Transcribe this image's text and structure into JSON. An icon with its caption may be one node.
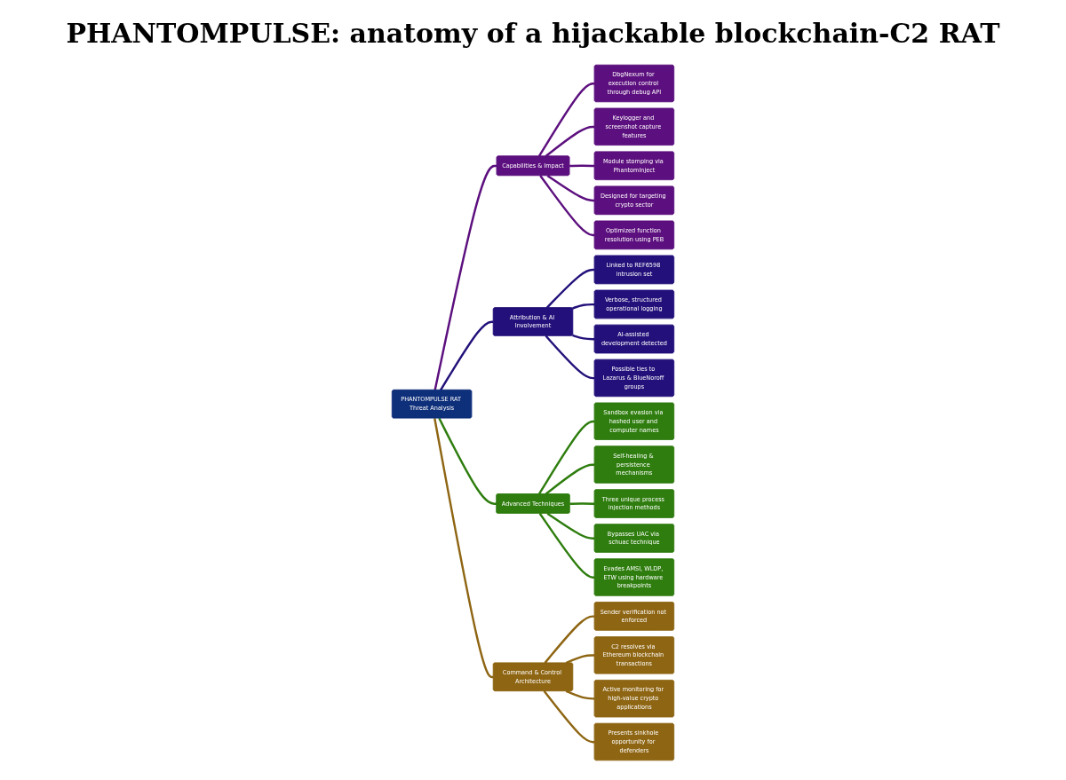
{
  "diagram": {
    "title": "PHANTOMPULSE: anatomy of a hijackable blockchain-C2 RAT",
    "nodes": [
      {
        "text": [
          "PHANTOMPULSE RAT Threat Analysis"
        ]
      },
      {
        "text": [
          "Capabilities & Impact"
        ]
      },
      {
        "text": [
          "DbgNexum for execution control through debug API"
        ]
      },
      {
        "text": [
          "Keylogger and screenshot capture features"
        ]
      },
      {
        "text": [
          "Module stomping via PhantomInject"
        ]
      },
      {
        "text": [
          "Designed for targeting crypto sector"
        ]
      },
      {
        "text": [
          "Optimized function resolution using PEB"
        ]
      },
      {
        "text": [
          "Attribution & AI Involvement"
        ]
      },
      {
        "text": [
          "Linked to REF6598 intrusion set"
        ]
      },
      {
        "text": [
          "Verbose, structured operational logging"
        ]
      },
      {
        "text": [
          "AI-assisted development detected"
        ]
      },
      {
        "text": [
          "Possible ties to Lazarus & BlueNoroff groups"
        ]
      },
      {
        "text": [
          "Advanced Techniques"
        ]
      },
      {
        "text": [
          "Sandbox evasion via hashed user and computer names"
        ]
      },
      {
        "text": [
          "Self-healing & persistence mechanisms"
        ]
      },
      {
        "text": [
          "Three unique process injection methods"
        ]
      },
      {
        "text": [
          "Bypasses UAC via schuac technique"
        ]
      },
      {
        "text": [
          "Evades AMSI, WLDP, ETW using hardware breakpoints"
        ]
      },
      {
        "text": [
          "Command & Control Architecture"
        ]
      },
      {
        "text": [
          "Sender verification not enforced"
        ]
      },
      {
        "text": [
          "C2 resolves via Ethereum blockchain transactions"
        ]
      },
      {
        "text": [
          "Active monitoring for high-value crypto applications"
        ]
      },
      {
        "text": [
          "Presents sinkhole opportunity for defenders"
        ]
      }
    ],
    "edges": [
      {
        "from": 0,
        "to": 1,
        "arrow": "none",
        "color": "#5c0f7e"
      },
      {
        "from": 1,
        "to": 2,
        "arrow": "none",
        "color": "#5c0f7e"
      },
      {
        "from": 1,
        "to": 3,
        "arrow": "none",
        "color": "#5c0f7e"
      },
      {
        "from": 1,
        "to": 4,
        "arrow": "none",
        "color": "#5c0f7e"
      },
      {
        "from": 1,
        "to": 5,
        "arrow": "none",
        "color": "#5c0f7e"
      },
      {
        "from": 1,
        "to": 6,
        "arrow": "none",
        "color": "#5c0f7e"
      },
      {
        "from": 0,
        "to": 7,
        "arrow": "none",
        "color": "#23107a"
      },
      {
        "from": 7,
        "to": 8,
        "arrow": "none",
        "color": "#23107a"
      },
      {
        "from": 7,
        "to": 9,
        "arrow": "none",
        "color": "#23107a"
      },
      {
        "from": 7,
        "to": 10,
        "arrow": "none",
        "color": "#23107a"
      },
      {
        "from": 7,
        "to": 11,
        "arrow": "none",
        "color": "#23107a"
      },
      {
        "from": 0,
        "to": 12,
        "arrow": "none",
        "color": "#2e7d0e"
      },
      {
        "from": 12,
        "to": 13,
        "arrow": "none",
        "color": "#2e7d0e"
      },
      {
        "from": 12,
        "to": 14,
        "arrow": "none",
        "color": "#2e7d0e"
      },
      {
        "from": 12,
        "to": 15,
        "arrow": "none",
        "color": "#2e7d0e"
      },
      {
        "from": 12,
        "to": 16,
        "arrow": "none",
        "color": "#2e7d0e"
      },
      {
        "from": 12,
        "to": 17,
        "arrow": "none",
        "color": "#2e7d0e"
      },
      {
        "from": 0,
        "to": 18,
        "arrow": "none",
        "color": "#8e6512"
      },
      {
        "from": 18,
        "to": 19,
        "arrow": "none",
        "color": "#8e6512"
      },
      {
        "from": 18,
        "to": 20,
        "arrow": "none",
        "color": "#8e6512"
      },
      {
        "from": 18,
        "to": 21,
        "arrow": "none",
        "color": "#8e6512"
      },
      {
        "from": 18,
        "to": 22,
        "arrow": "none",
        "color": "#8e6512"
      }
    ]
  }
}
